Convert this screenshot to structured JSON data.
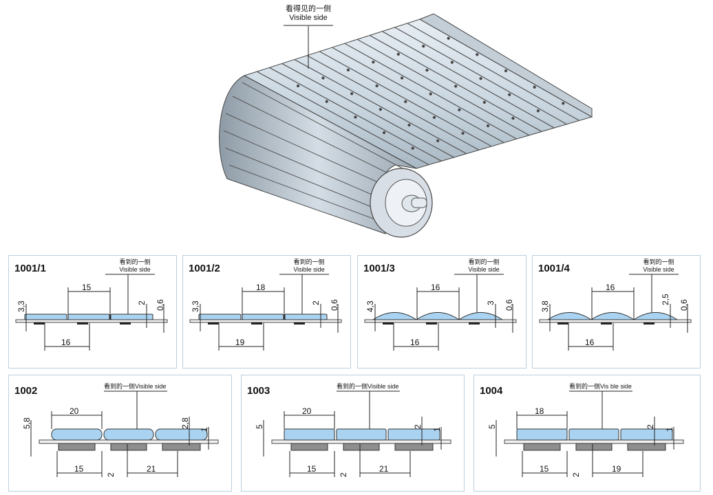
{
  "hero": {
    "label_cn": "看得见的一侧",
    "label_en": "Visible side"
  },
  "panels": [
    {
      "code": "1001/1",
      "side_cn": "看到的一侧",
      "side_en": "Visible side",
      "dims": [
        "3,3",
        "15",
        "2",
        "0,6",
        "16"
      ]
    },
    {
      "code": "1001/2",
      "side_cn": "看到的一侧",
      "side_en": "Visible side",
      "dims": [
        "3,3",
        "18",
        "2",
        "0,6",
        "19"
      ]
    },
    {
      "code": "1001/3",
      "side_cn": "看到的一侧",
      "side_en": "Visible side",
      "dims": [
        "4,3",
        "16",
        "3",
        "0,6",
        "16"
      ]
    },
    {
      "code": "1001/4",
      "side_cn": "看到的一侧",
      "side_en": "Visible side",
      "dims": [
        "3,8",
        "16",
        "2,5",
        "0,6",
        "16"
      ]
    },
    {
      "code": "1002",
      "side": "看到的一侧Visible side",
      "dims": [
        "5,8",
        "20",
        "2,8",
        "1",
        "15",
        "2",
        "21"
      ]
    },
    {
      "code": "1003",
      "side": "看到的一侧Visible side",
      "dims": [
        "5",
        "20",
        "2",
        "1",
        "15",
        "2",
        "21"
      ]
    },
    {
      "code": "1004",
      "side": "看到的一侧Vis ble side",
      "dims": [
        "5",
        "18",
        "2",
        "1",
        "15",
        "2",
        "19"
      ]
    }
  ],
  "colors": {
    "border": "#b9cfdf",
    "slat": "#a9d3f0",
    "base": "#8e8e8e"
  }
}
